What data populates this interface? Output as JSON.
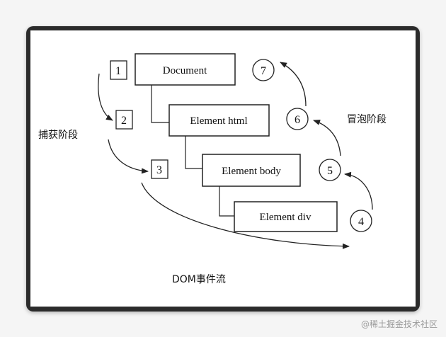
{
  "nodes": {
    "document": "Document",
    "html": "Element html",
    "body": "Element body",
    "div": "Element div"
  },
  "capture_steps": [
    "1",
    "2",
    "3"
  ],
  "bubble_steps": [
    "4",
    "5",
    "6",
    "7"
  ],
  "labels": {
    "capture_phase": "捕获阶段",
    "bubble_phase": "冒泡阶段",
    "caption": "DOM事件流"
  },
  "watermark": "@稀土掘金技术社区"
}
